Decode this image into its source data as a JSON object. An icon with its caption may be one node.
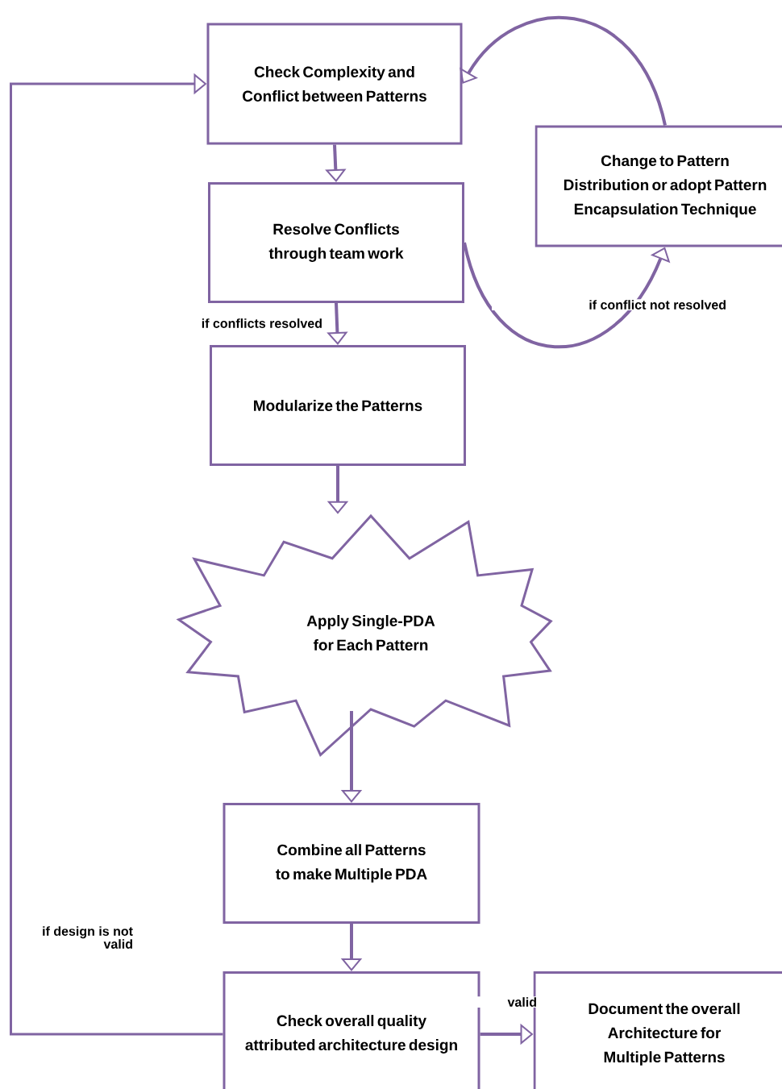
{
  "diagram": {
    "nodes": [
      {
        "text": [
          "Check Complexity and Conflict between Patterns"
        ]
      },
      {
        "text": [
          "Resolve Conflicts through team work"
        ]
      },
      {
        "text": [
          "Modularize the Patterns"
        ]
      },
      {
        "text": [
          "Apply Single-PDA for Each Pattern"
        ]
      },
      {
        "text": [
          "Combine all Patterns to make Multiple PDA"
        ]
      },
      {
        "text": [
          "Check overall quality attributed architecture design"
        ]
      },
      {
        "text": [
          "Document the overall Architecture for Multiple Patterns"
        ]
      },
      {
        "text": [
          "Change to Pattern Distribution or adopt Pattern Encapsulation Technique"
        ]
      }
    ],
    "edges": [
      {
        "from": 0,
        "to": 1,
        "arrow": "to"
      },
      {
        "from": 1,
        "to": 2,
        "arrow": "to",
        "label": "if conflicts resolved"
      },
      {
        "from": 2,
        "to": 3,
        "arrow": "to"
      },
      {
        "from": 3,
        "to": 4,
        "arrow": "to"
      },
      {
        "from": 4,
        "to": 5,
        "arrow": "to"
      },
      {
        "from": 5,
        "to": 6,
        "arrow": "to",
        "label": "valid"
      },
      {
        "from": 5,
        "to": 0,
        "arrow": "to",
        "label": "if design is not valid"
      },
      {
        "from": 1,
        "to": 7,
        "arrow": "to",
        "label": "if conflict not resolved"
      },
      {
        "from": 7,
        "to": 0,
        "arrow": "to"
      }
    ]
  }
}
